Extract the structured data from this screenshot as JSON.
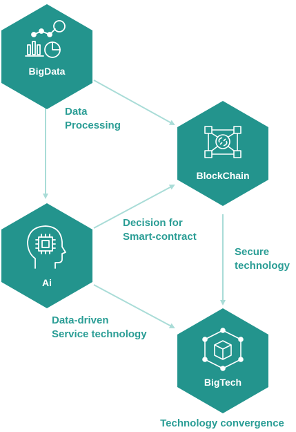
{
  "colors": {
    "hexagon_fill": "#23948d",
    "connector": "#a9dcd7",
    "label_text": "#2a9d95",
    "icon_stroke": "#ffffff"
  },
  "nodes": {
    "bigdata": {
      "label": "BigData",
      "icon": "chart-icon"
    },
    "blockchain": {
      "label": "BlockChain",
      "icon": "blockchain-network-icon"
    },
    "ai": {
      "label": "Ai",
      "icon": "ai-head-chip-icon"
    },
    "bigtech": {
      "label": "BigTech",
      "icon": "cube-network-icon"
    }
  },
  "edges": {
    "bigdata_to_blockchain": {
      "line1": "Data",
      "line2": "Processing"
    },
    "ai_to_blockchain": {
      "line1": "Decision for",
      "line2": "Smart-contract"
    },
    "blockchain_to_bigtech": {
      "line1": "Secure",
      "line2": "technology"
    },
    "ai_to_bigtech": {
      "line1": "Data-driven",
      "line2": "Service technology"
    }
  },
  "footer": {
    "label": "Technology convergence"
  }
}
